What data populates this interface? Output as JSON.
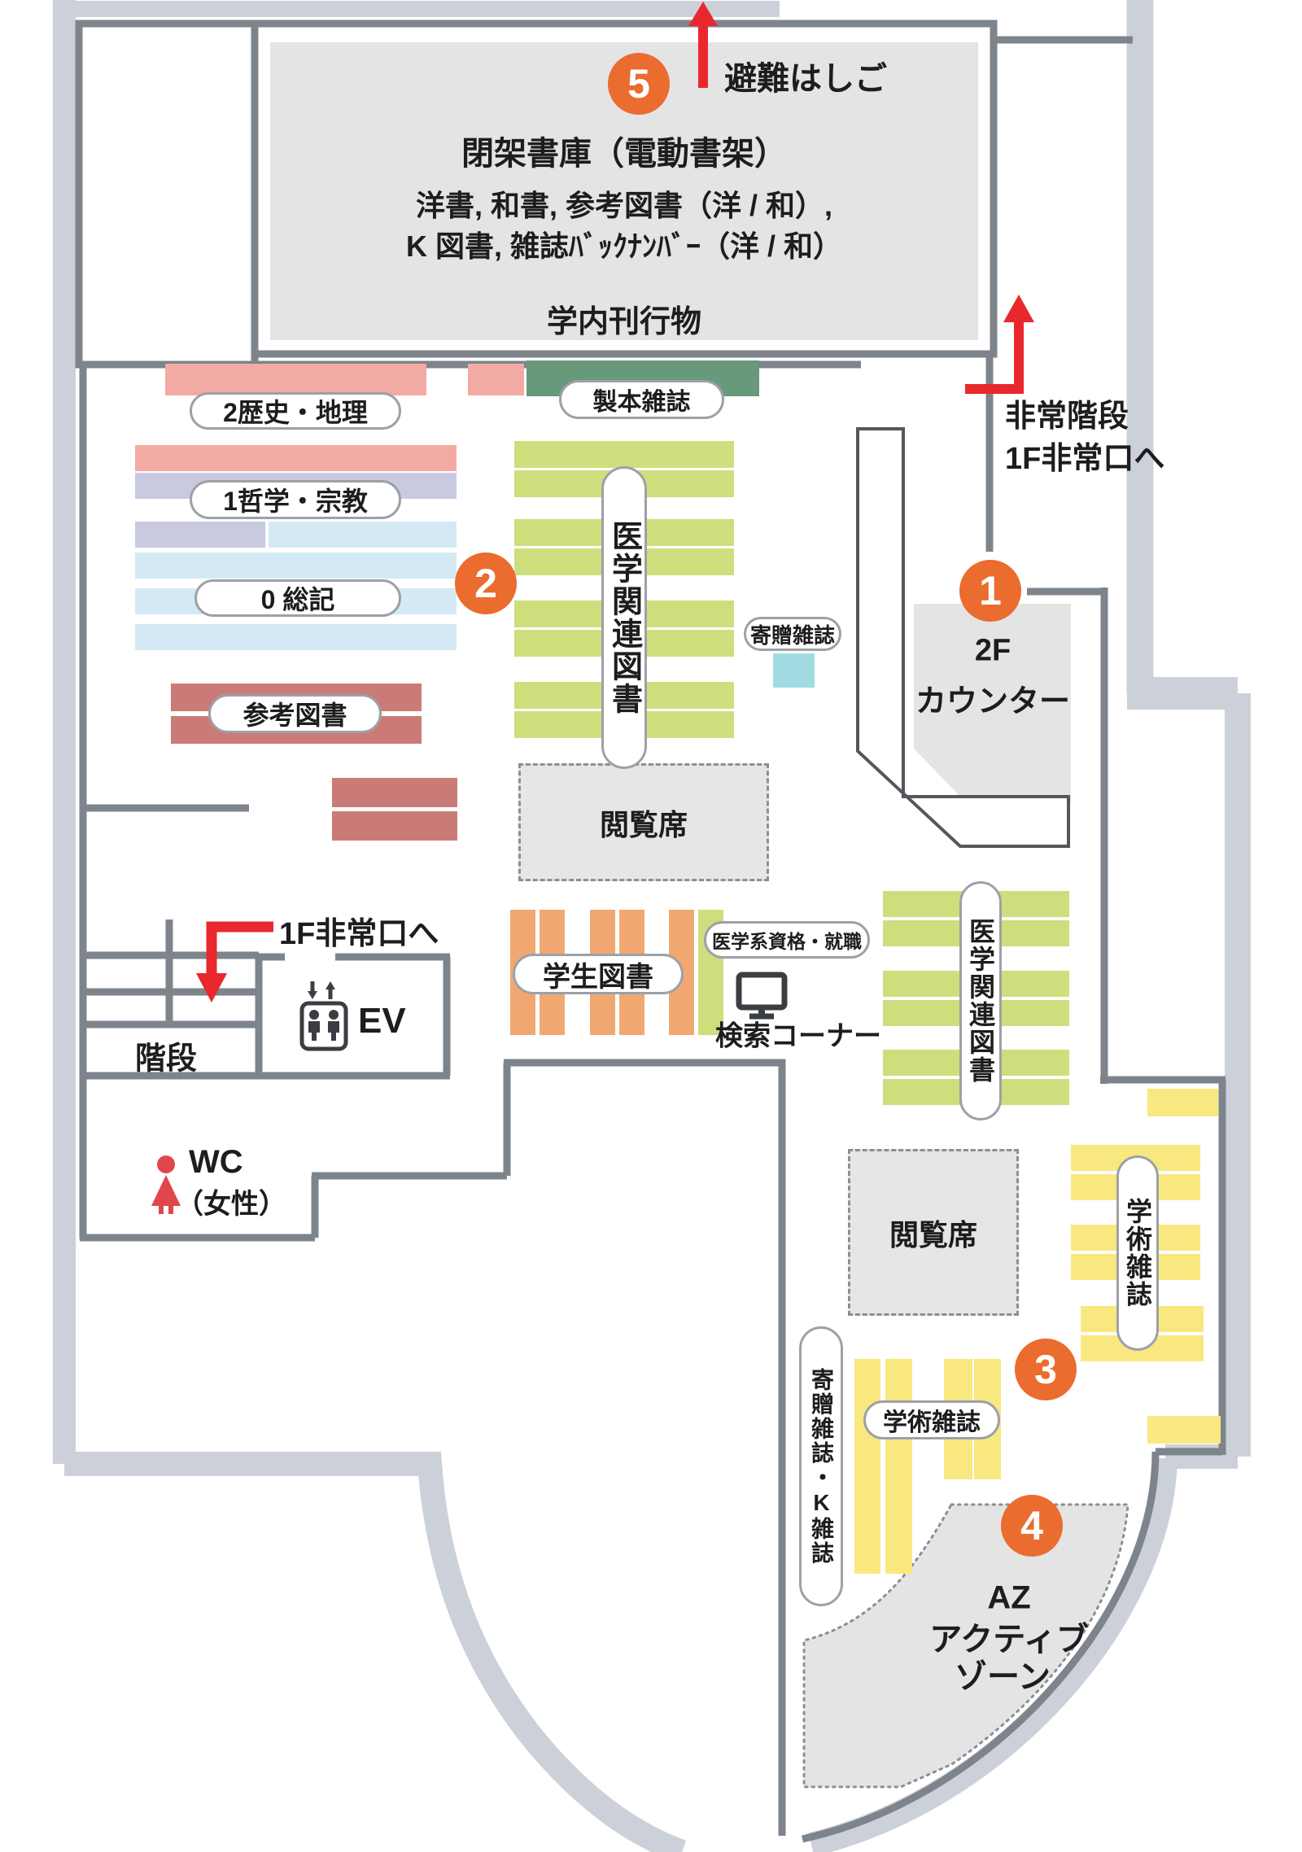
{
  "floor_map": {
    "markers": [
      "1",
      "2",
      "3",
      "4",
      "5"
    ],
    "closed_stacks": {
      "title": "閉架書庫（電動書架）",
      "contents_line1": "洋書, 和書, 参考図書（洋 / 和）,",
      "contents_line2": "K 図書, 雑誌ﾊﾞｯｸﾅﾝﾊﾞｰ（洋 / 和）",
      "contents_line3": "学内刊行物"
    },
    "escape_routes": {
      "ladder": "避難はしご",
      "stairs_line1": "非常階段",
      "stairs_line2": "1F非常口へ",
      "exit_left": "1F非常口へ"
    },
    "counter": {
      "floor": "2F",
      "name": "カウンター"
    },
    "shelf_labels": {
      "history": "2歴史・地理",
      "philosophy": "1哲学・宗教",
      "general": "0 総記",
      "reference": "参考図書",
      "bound_journals": "製本雑誌",
      "medical_books": "医学関連図書",
      "donated_journals": "寄贈雑誌",
      "student_books": "学生図書",
      "medical_career": "医学系資格・就職",
      "academic_journals": "学術雑誌",
      "donated_k_journals": "寄贈雑誌・K雑誌"
    },
    "areas": {
      "reading_seats": "閲覧席",
      "active_zone_line1": "AZ",
      "active_zone_line2": "アクティブ",
      "active_zone_line3": "ゾーン"
    },
    "facilities": {
      "stairs": "階段",
      "elevator": "EV",
      "search_corner": "検索コーナー",
      "wc": "WC",
      "wc_note": "（女性）"
    },
    "colors": {
      "marker_orange": "#EA6C2E",
      "escape_red": "#E8282D",
      "wall_dark": "#7D848C",
      "wall_light": "#CCD1D9",
      "room_gray": "#E4E4E4",
      "shelf_salmon": "#F2ABA4",
      "shelf_dark_red": "#CB7B77",
      "shelf_lavender": "#C9C9E2",
      "shelf_light_blue": "#D3EAF4",
      "shelf_yellow_green": "#CEDE7D",
      "shelf_dark_green": "#68997A",
      "shelf_yellow": "#F9E87F",
      "shelf_orange": "#F0A870",
      "accent_teal": "#A2DBE1",
      "wc_red": "#E0474C"
    }
  }
}
